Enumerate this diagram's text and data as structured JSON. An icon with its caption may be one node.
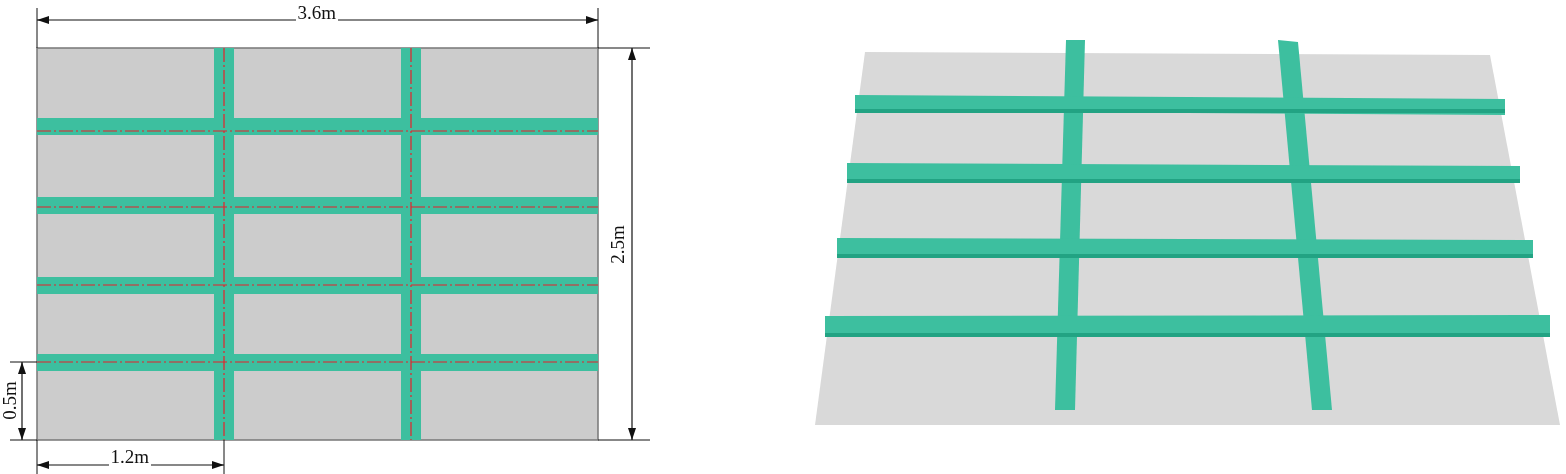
{
  "diagram": {
    "labels": [
      "3.6m",
      "2.5m",
      "0.5m",
      "1.2m"
    ]
  }
}
